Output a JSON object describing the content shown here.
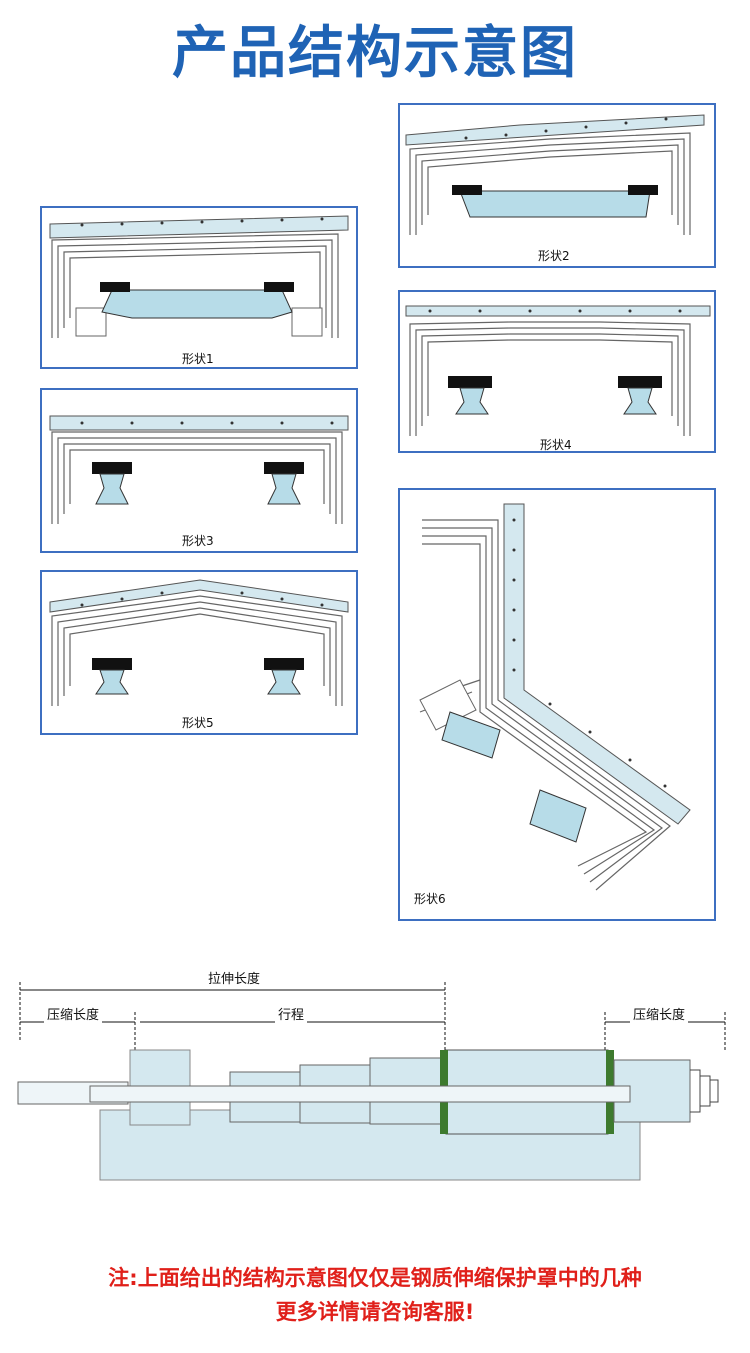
{
  "title": "产品结构示意图",
  "shapes": [
    {
      "id": "1",
      "label": "形状1"
    },
    {
      "id": "2",
      "label": "形状2"
    },
    {
      "id": "3",
      "label": "形状3"
    },
    {
      "id": "4",
      "label": "形状4"
    },
    {
      "id": "5",
      "label": "形状5"
    },
    {
      "id": "6",
      "label": "形状6"
    }
  ],
  "dimensions": {
    "extended_length": "拉伸长度",
    "compressed_length_left": "压缩长度",
    "stroke": "行程",
    "compressed_length_right": "压缩长度"
  },
  "note": {
    "line1": "注:上面给出的结构示意图仅仅是钢质伸缩保护罩中的几种",
    "line2": "更多详情请咨询客服!"
  },
  "colors": {
    "title": "#1f63b5",
    "frame": "#3d6fc1",
    "shield": "#d4e8ef",
    "part": "#b7dce8",
    "note": "#e0201a"
  }
}
